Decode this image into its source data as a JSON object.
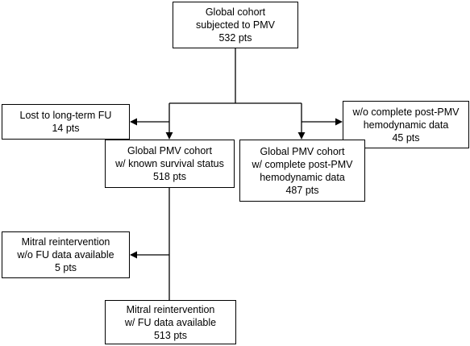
{
  "nodes": {
    "global_cohort": {
      "lines": [
        "Global cohort",
        "subjected to PMV",
        "532 pts"
      ]
    },
    "lost_fu": {
      "lines": [
        "Lost to long-term FU",
        "14 pts"
      ]
    },
    "no_hemo": {
      "lines": [
        "w/o complete post-PMV",
        "hemodynamic data",
        "45 pts"
      ]
    },
    "known_survival": {
      "lines": [
        "Global PMV cohort",
        "w/ known survival status",
        "518 pts"
      ]
    },
    "complete_hemo": {
      "lines": [
        "Global PMV cohort",
        "w/ complete post-PMV",
        "hemodynamic data",
        "487 pts"
      ]
    },
    "reint_no_fu": {
      "lines": [
        "Mitral reintervention",
        "w/o FU data available",
        "5 pts"
      ]
    },
    "reint_fu": {
      "lines": [
        "Mitral reintervention",
        "w/ FU data available",
        "513 pts"
      ]
    }
  },
  "colors": {
    "line": "#000000",
    "box_border": "#000000",
    "background": "#ffffff"
  }
}
